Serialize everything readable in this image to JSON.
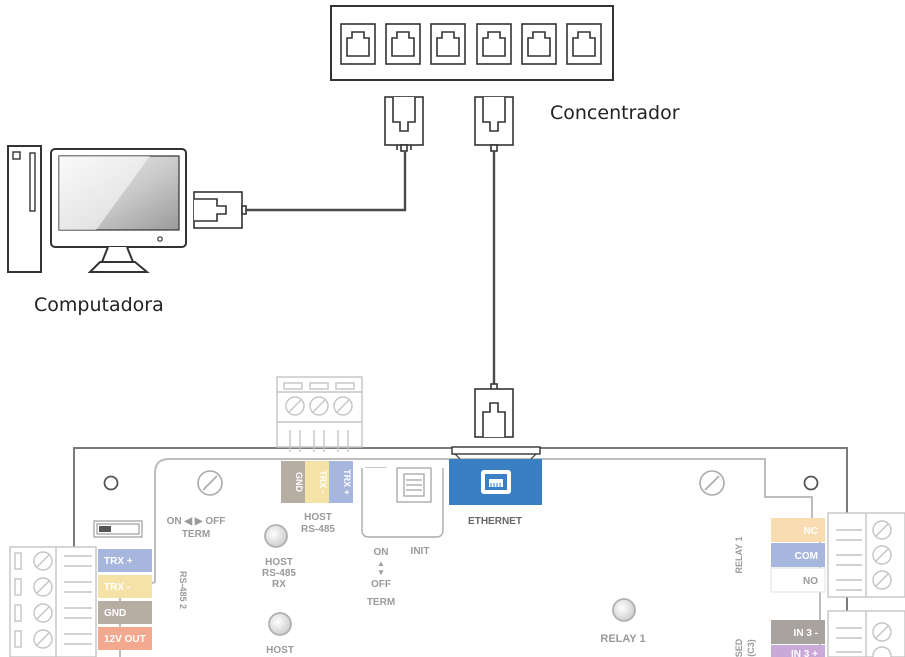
{
  "labels": {
    "concentrador": "Concentrador",
    "computadora": "Computadora"
  },
  "board": {
    "ethernet": "ETHERNET",
    "init": "INIT",
    "term_toggle": "ON ◀ ▶ OFF",
    "term": "TERM",
    "on": "ON",
    "off": "OFF",
    "term2": "TERM",
    "host_rs485_l1": "HOST",
    "host_rs485_l2": "RS-485",
    "host_rx_l1": "HOST",
    "host_rx_l2": "RS-485",
    "host_rx_l3": "RX",
    "host_bottom": "HOST",
    "relay1": "RELAY 1",
    "relay1_vertical": "RELAY 1",
    "rs485_2_vertical": "RS-485 2",
    "sed_vertical": "SED",
    "c3_vertical": "(C3)",
    "top_terminals": [
      "GND",
      "TRX -",
      "TRX +"
    ],
    "left_terminals": [
      "TRX +",
      "TRX -",
      "GND",
      "12V OUT"
    ],
    "relay_terminals": [
      "NC",
      "COM",
      "NO"
    ],
    "input_terminals": [
      "IN 3 -",
      "IN 3 +"
    ]
  },
  "colors": {
    "ethernet_blue": "#3a7fc4",
    "trx_plus_blue": "#a7b6dd",
    "trx_minus_yellow": "#f4e2a6",
    "gnd_gray": "#b6ada3",
    "v12_orange": "#f2a98f",
    "nc_orange": "#f9dcb1",
    "in3_gray": "#a9a39f",
    "in3_purple": "#c9a9d8",
    "line": "#4a4a4a"
  }
}
